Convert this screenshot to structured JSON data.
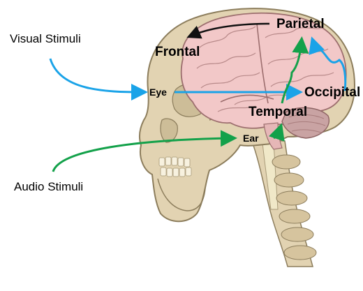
{
  "labels": {
    "visual_stimuli": "Visual Stimuli",
    "audio_stimuli": "Audio Stimuli",
    "frontal": "Frontal",
    "parietal": "Parietal",
    "occipital": "Occipital",
    "temporal": "Temporal",
    "eye": "Eye",
    "ear": "Ear"
  },
  "colors": {
    "visual_path": "#1aa3e8",
    "audio_path": "#13a14a",
    "frontal_path": "#111111",
    "brain": "#f2c8c8",
    "brain_outline": "#9c6e6e",
    "bone": "#e2d3b2",
    "bone_outline": "#8c7d5c",
    "cerebellum": "#c9a3a3",
    "spinal_cord": "#f0e8c8"
  }
}
